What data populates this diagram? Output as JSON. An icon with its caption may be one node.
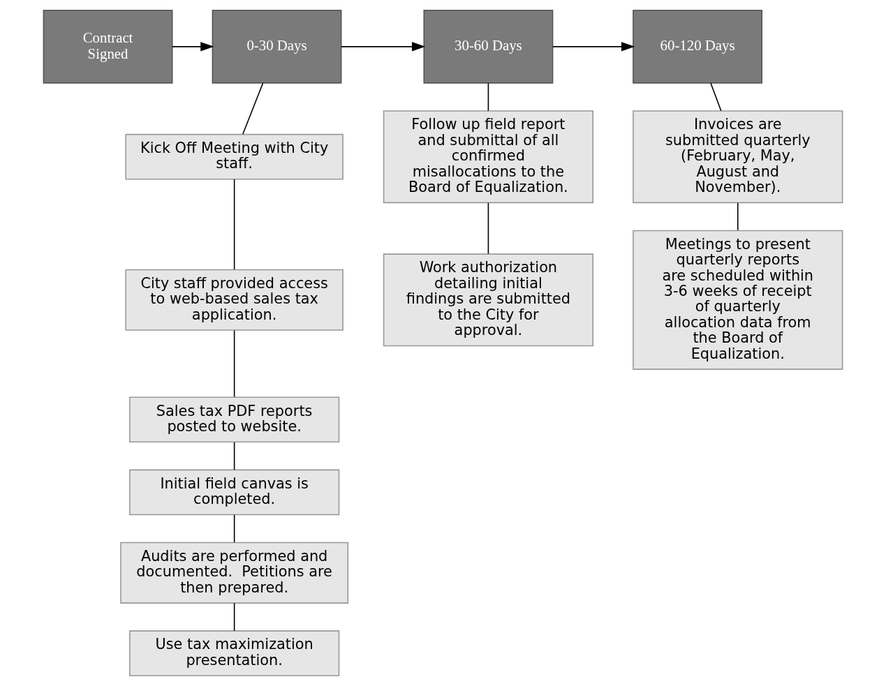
{
  "diagram": {
    "nodes": [
      {
        "text": [
          "Contract Signed"
        ]
      },
      {
        "text": [
          "0-30 Days"
        ]
      },
      {
        "text": [
          "30-60 Days"
        ]
      },
      {
        "text": [
          "60-120 Days"
        ]
      },
      {
        "text": [
          "Kick Off Meeting with City staff."
        ]
      },
      {
        "text": [
          "City staff provided access to web-based sales tax application."
        ]
      },
      {
        "text": [
          "Sales tax PDF reports posted to website."
        ]
      },
      {
        "text": [
          "Initial field canvas is completed."
        ]
      },
      {
        "text": [
          "Audits are performed and documented.  Petitions are then prepared."
        ]
      },
      {
        "text": [
          "Use tax maximization presentation."
        ]
      },
      {
        "text": [
          "Follow up field report and submittal of all confirmed misallocations to the Board of Equalization."
        ]
      },
      {
        "text": [
          "Work authorization detailing initial findings are submitted to the City for approval."
        ]
      },
      {
        "text": [
          "Invoices are submitted quarterly (February, May, August and November)."
        ]
      },
      {
        "text": [
          "Meetings to present quarterly reports are scheduled within 3-6 weeks of receipt of quarterly allocation data from the Board of Equalization."
        ]
      }
    ],
    "edges": [
      {
        "from": 0,
        "to": 1,
        "arrow": "to"
      },
      {
        "from": 1,
        "to": 2,
        "arrow": "to"
      },
      {
        "from": 2,
        "to": 3,
        "arrow": "to"
      },
      {
        "from": 1,
        "to": 4,
        "arrow": "none"
      },
      {
        "from": 4,
        "to": 5,
        "arrow": "none"
      },
      {
        "from": 5,
        "to": 6,
        "arrow": "none"
      },
      {
        "from": 6,
        "to": 7,
        "arrow": "none"
      },
      {
        "from": 7,
        "to": 8,
        "arrow": "none"
      },
      {
        "from": 8,
        "to": 9,
        "arrow": "none"
      },
      {
        "from": 2,
        "to": 10,
        "arrow": "none"
      },
      {
        "from": 10,
        "to": 11,
        "arrow": "none"
      },
      {
        "from": 3,
        "to": 12,
        "arrow": "none"
      },
      {
        "from": 12,
        "to": 13,
        "arrow": "none"
      }
    ]
  }
}
